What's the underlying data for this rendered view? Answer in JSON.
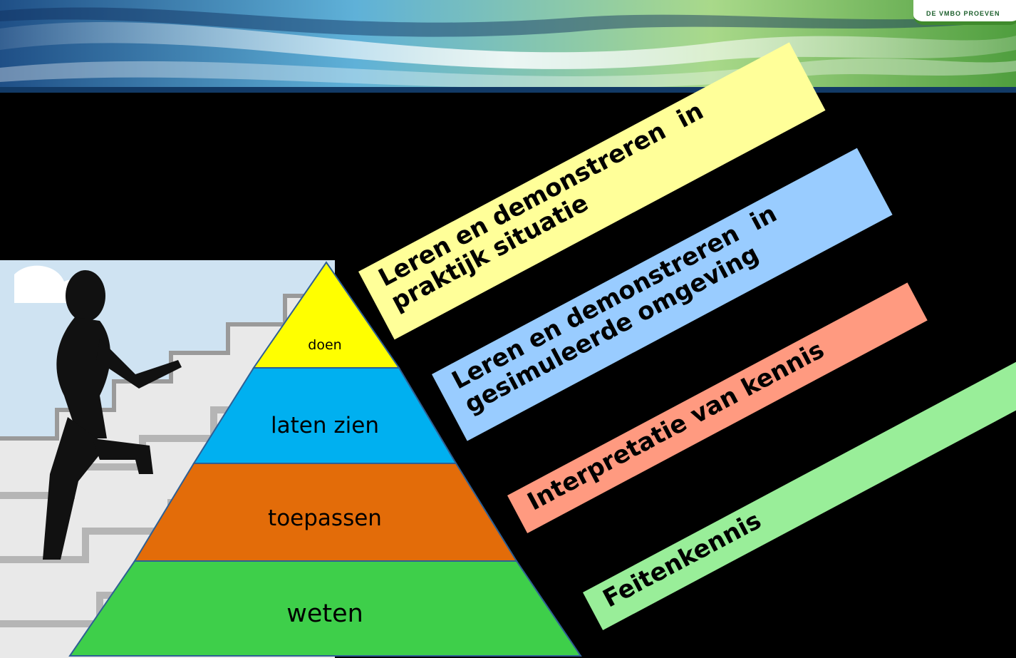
{
  "header": {
    "brand_text": "DE VMBO PROEVEN"
  },
  "pyramid": {
    "tiers": [
      {
        "label": "doen",
        "color": "#ffff00"
      },
      {
        "label": "laten zien",
        "color": "#00b0f0"
      },
      {
        "label": "toepassen",
        "color": "#e36c09"
      },
      {
        "label": "weten",
        "color": "#3ecf4a"
      }
    ]
  },
  "bands": [
    {
      "line1": "Leren en demonstreren  in",
      "line2": "praktijk situatie",
      "color": "#ffff99"
    },
    {
      "line1": "Leren en demonstreren  in",
      "line2": "gesimuleerde omgeving",
      "color": "#99ccff"
    },
    {
      "line1": "Interpretatie van kennis",
      "line2": "",
      "color": "#ff9a80"
    },
    {
      "line1": "Feitenkennis",
      "line2": "",
      "color": "#99ee99"
    }
  ],
  "illustration": {
    "icon": "stair-climber-icon"
  }
}
